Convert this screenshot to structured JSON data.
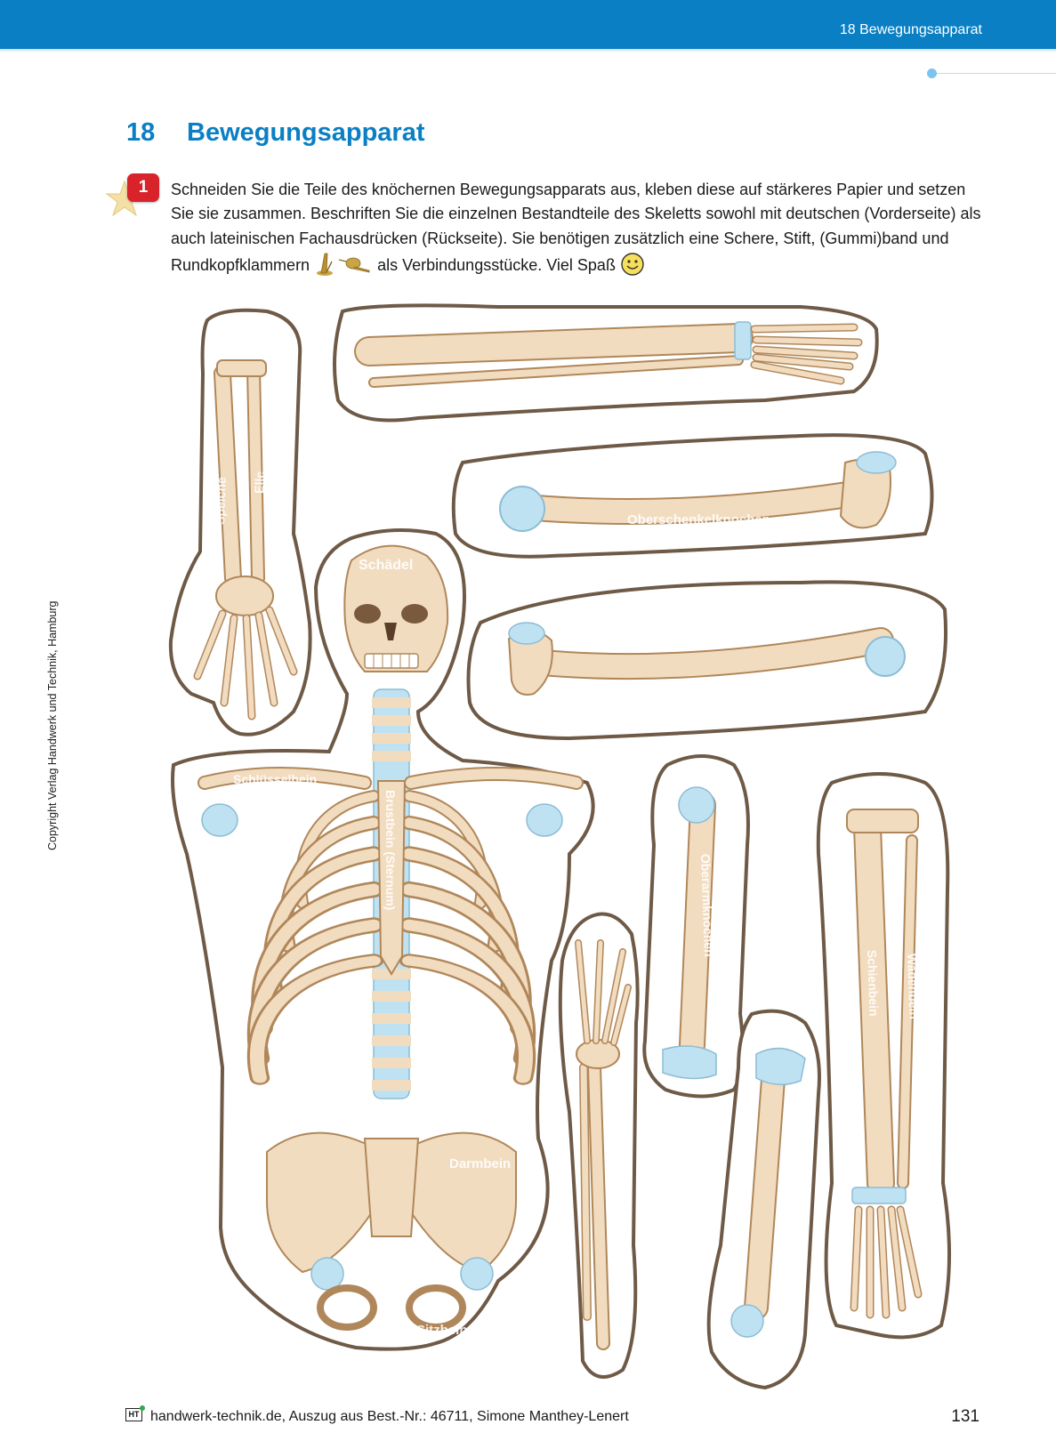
{
  "header": {
    "running_head": "18  Bewegungsapparat"
  },
  "chapter": {
    "number": "18",
    "title": "Bewegungsapparat"
  },
  "task": {
    "number": "1",
    "text_part1": "Schneiden Sie die Teile des knöchernen Bewegungsapparats aus, kleben diese auf stärkeres Papier und setzen Sie sie zusammen. Beschriften Sie die einzelnen Bestandteile des Skeletts sowohl mit deutschen (Vorderseite) als auch lateinischen Fachausdrücken (Rückseite). Sie benötigen zusätzlich eine Schere, Stift, (Gummi)band und Rundkopfklammern",
    "text_part2": "als Verbindungsstücke. Viel Spaß",
    "icons": [
      "paper-fastener-icon",
      "smiley-icon"
    ]
  },
  "side_copyright": "Copyright Verlag Handwerk und Technik, Hamburg",
  "bone_labels": {
    "speiche": "Speiche",
    "elle": "Elle",
    "oberschenkel": "Oberschenkelknochen",
    "schaedel": "Schädel",
    "schluesselbein": "Schlüsselbein",
    "brustbein": "Brustbein (Sternum)",
    "oberarm": "Oberarmknochen",
    "schienbein": "Schienbein",
    "wadenbein": "Wadenbein",
    "darmbein": "Darmbein",
    "sitzbein": "Sitzbein"
  },
  "colors": {
    "bone": "#f2dcc0",
    "bone_outline": "#b0875a",
    "cartilage": "#bfe2f2",
    "cut_line": "#6e5a46",
    "accent_blue": "#0a7fc3",
    "badge_red": "#d8232a"
  },
  "footer": {
    "logo": "HT",
    "text": "handwerk-technik.de, Auszug aus Best.-Nr.: 46711, Simone Manthey-Lenert",
    "page_number": "131"
  }
}
